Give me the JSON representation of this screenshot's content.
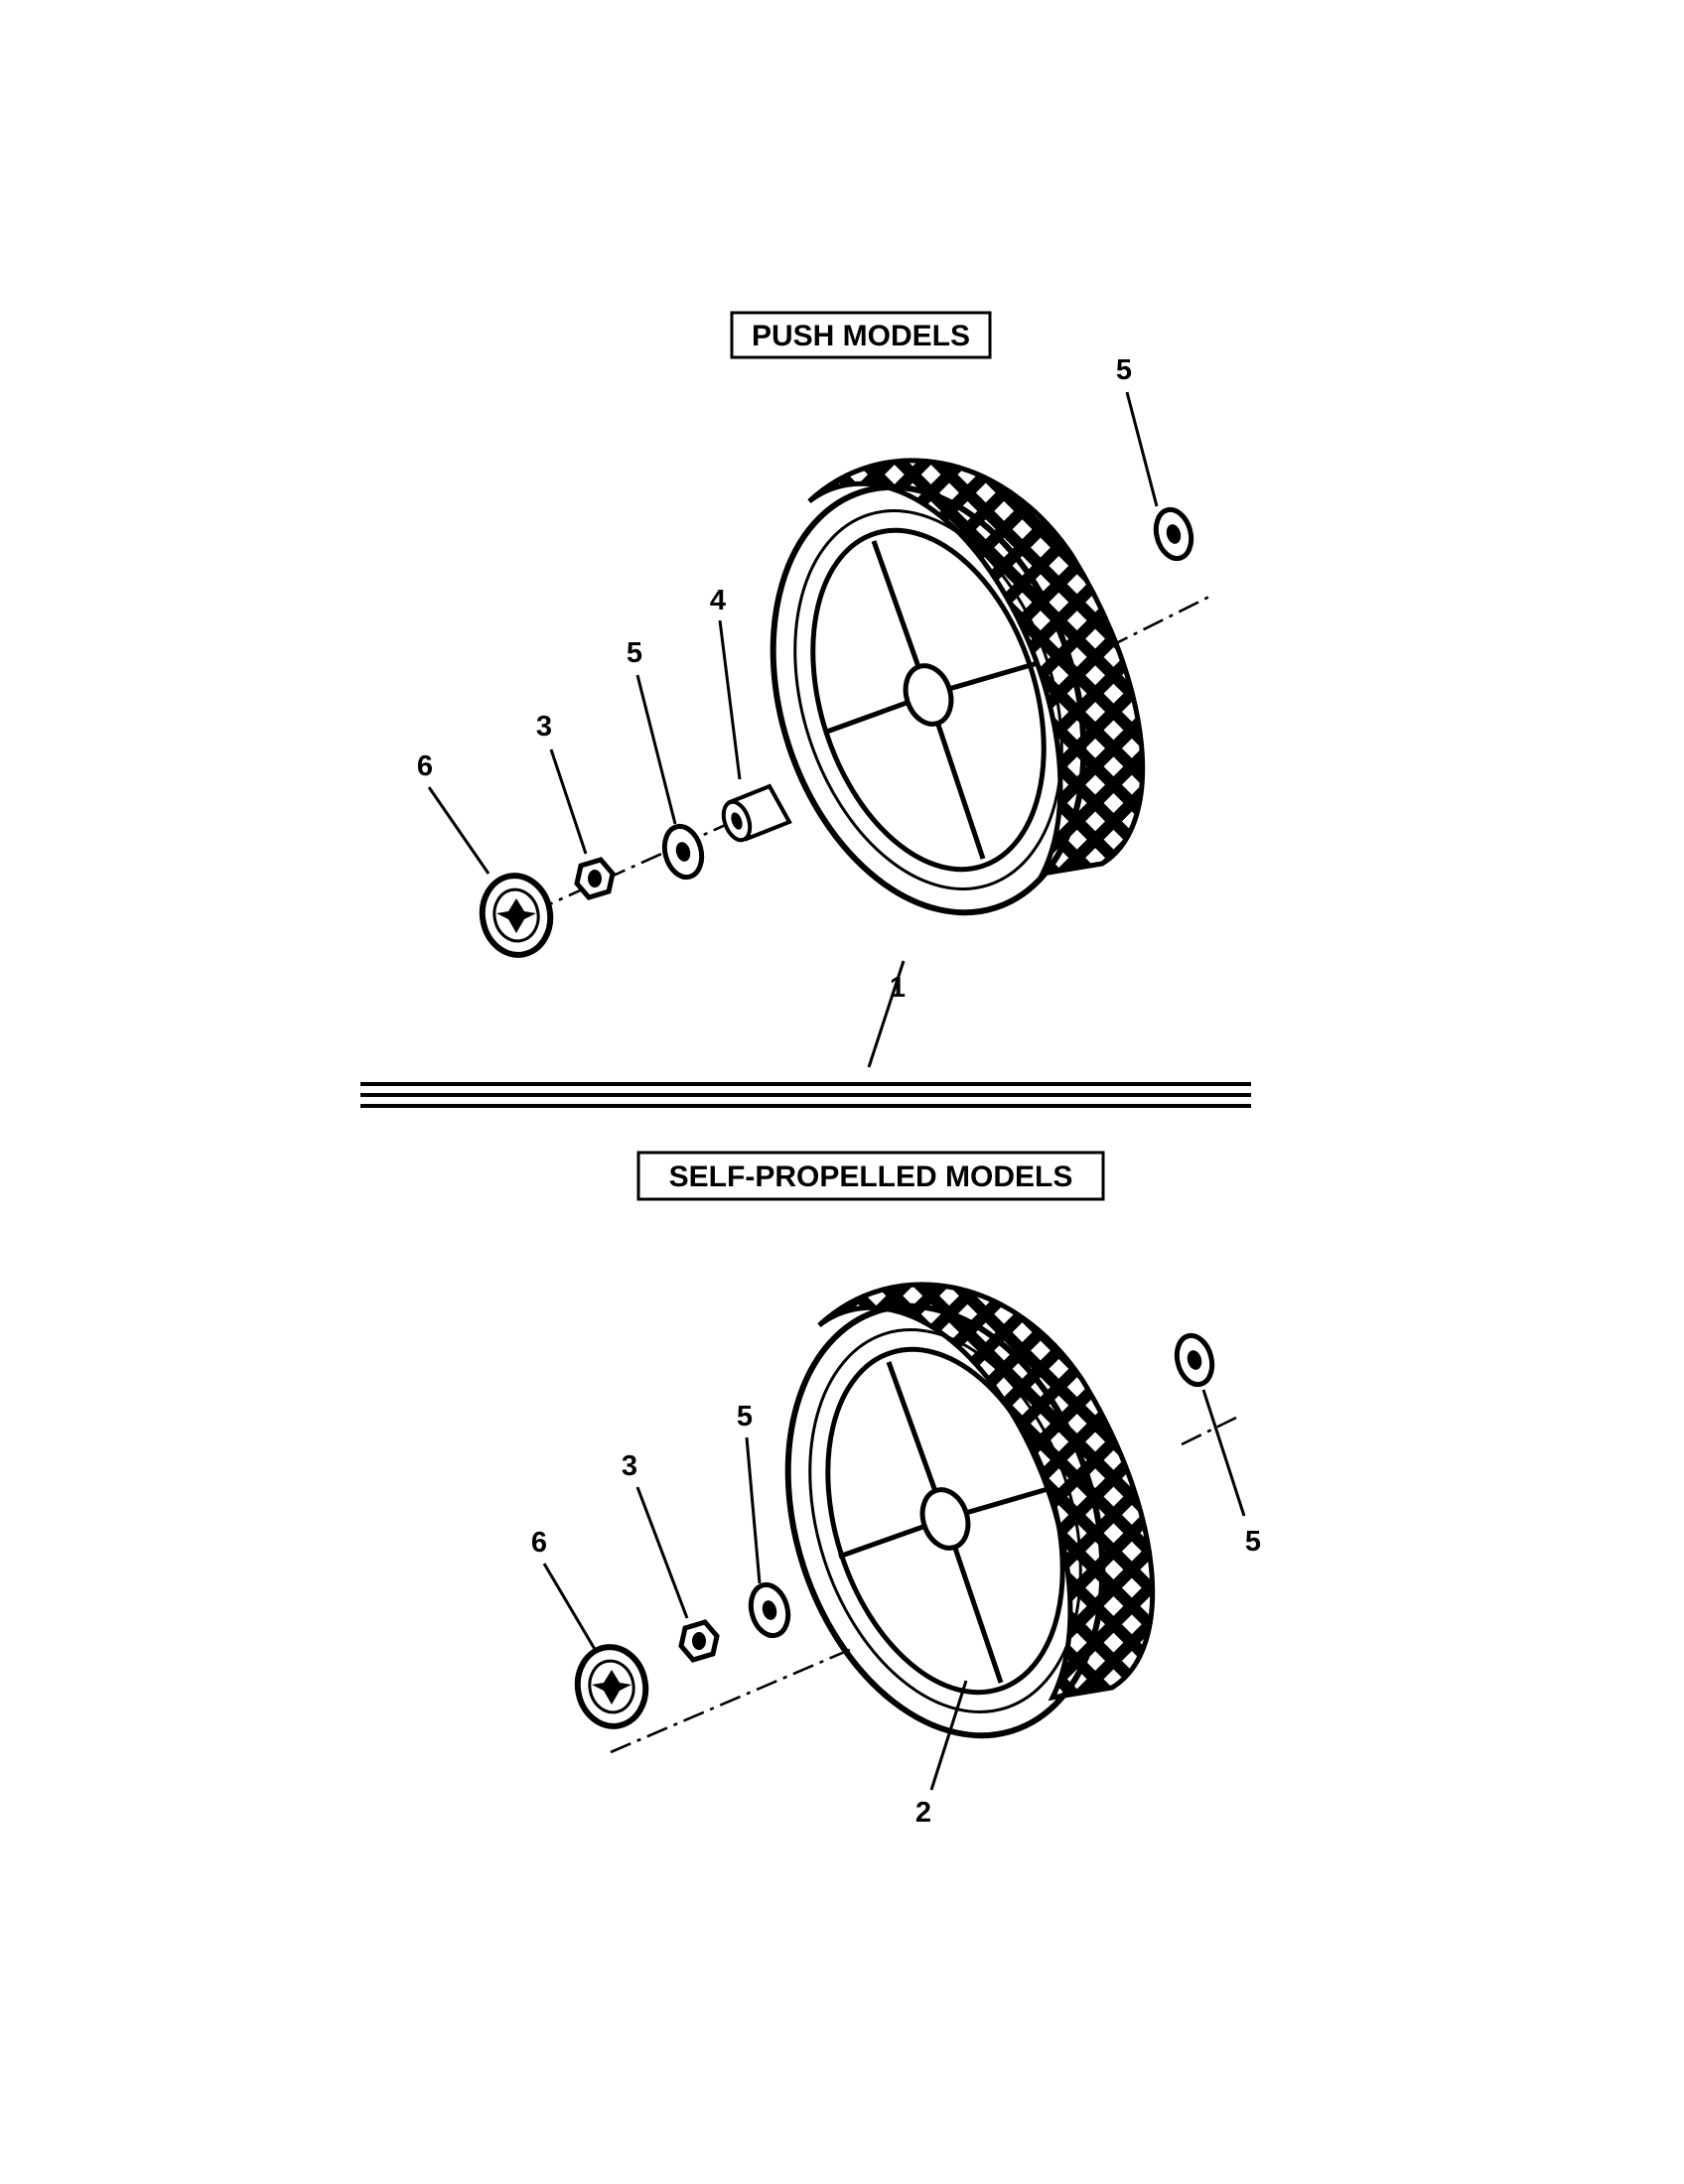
{
  "sections": {
    "push": {
      "title": "PUSH MODELS"
    },
    "self_propelled": {
      "title": "SELF-PROPELLED MODELS"
    }
  },
  "callouts": {
    "push_wheel": "1",
    "push_nut": "3",
    "push_spacer": "4",
    "push_washer_inner": "5",
    "push_washer_outer": "5",
    "push_hubcap": "6",
    "sp_wheel": "2",
    "sp_nut": "3",
    "sp_washer_inner": "5",
    "sp_washer_outer": "5",
    "sp_hubcap": "6"
  },
  "colors": {
    "ink": "#000000",
    "paper": "#ffffff"
  }
}
